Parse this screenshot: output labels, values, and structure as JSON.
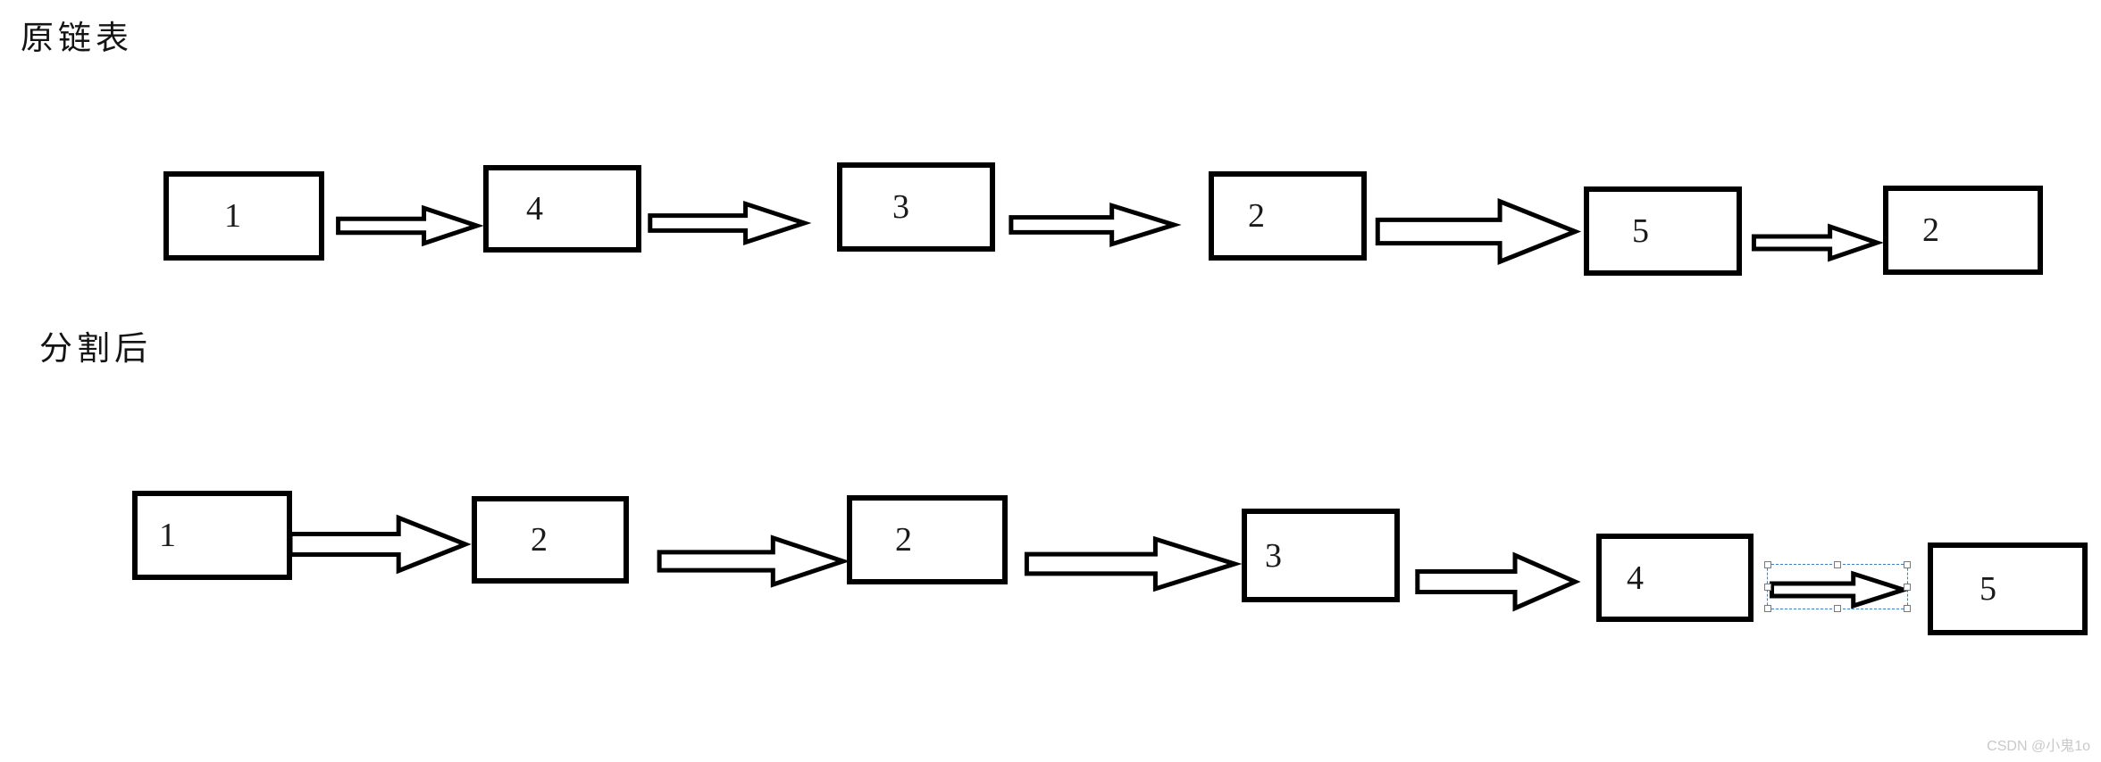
{
  "sections": [
    {
      "label": "原链表",
      "nodes": [
        "1",
        "4",
        "3",
        "2",
        "5",
        "2"
      ]
    },
    {
      "label": "分割后",
      "nodes": [
        "1",
        "2",
        "2",
        "3",
        "4",
        "5"
      ]
    }
  ],
  "diagram": {
    "type": "linked-list-partition",
    "original_list": [
      1,
      4,
      3,
      2,
      5,
      2
    ],
    "partitioned_list": [
      1,
      2,
      2,
      3,
      4,
      5
    ],
    "selected_shape": "arrow between node 4 and node 5 of partitioned list"
  },
  "icons": {
    "connector": "block-right-arrow"
  },
  "colors": {
    "background": "#ffffff",
    "shape_stroke": "#000000",
    "shape_fill": "#ffffff",
    "text": "#1a1a1a",
    "selection_outline": "#3a7fd5",
    "handle_fill": "#ffffff",
    "handle_border": "#7a7a7a",
    "watermark": "#c9c9c9"
  },
  "watermark": "CSDN @小鬼1o"
}
